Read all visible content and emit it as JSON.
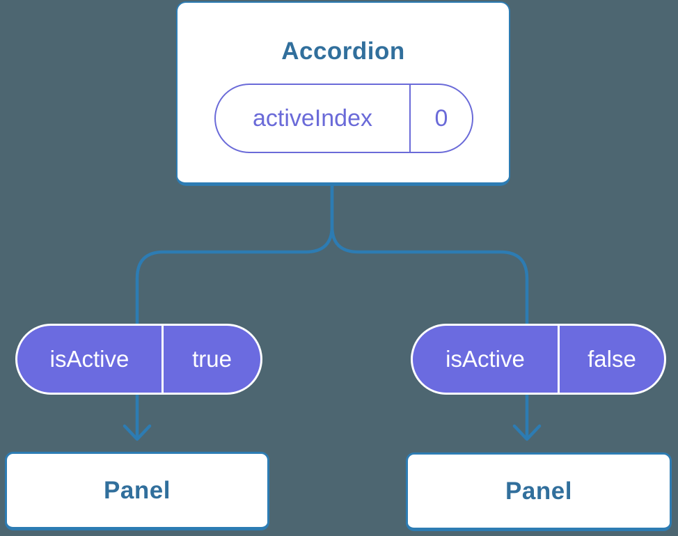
{
  "colors": {
    "background": "#4D6671",
    "connector_blue": "#2D7CB3",
    "heading_blue": "#316F9C",
    "state_pill_purple": "#6A6AD8",
    "prop_pill_purple": "#6B6BE0",
    "card_white": "#FFFFFF"
  },
  "accordion_card": {
    "title": "Accordion",
    "state_pill": {
      "name": "activeIndex",
      "value": "0"
    }
  },
  "branches": [
    {
      "prop_pill": {
        "name": "isActive",
        "value": "true"
      },
      "panel": {
        "label": "Panel"
      }
    },
    {
      "prop_pill": {
        "name": "isActive",
        "value": "false"
      },
      "panel": {
        "label": "Panel"
      }
    }
  ]
}
